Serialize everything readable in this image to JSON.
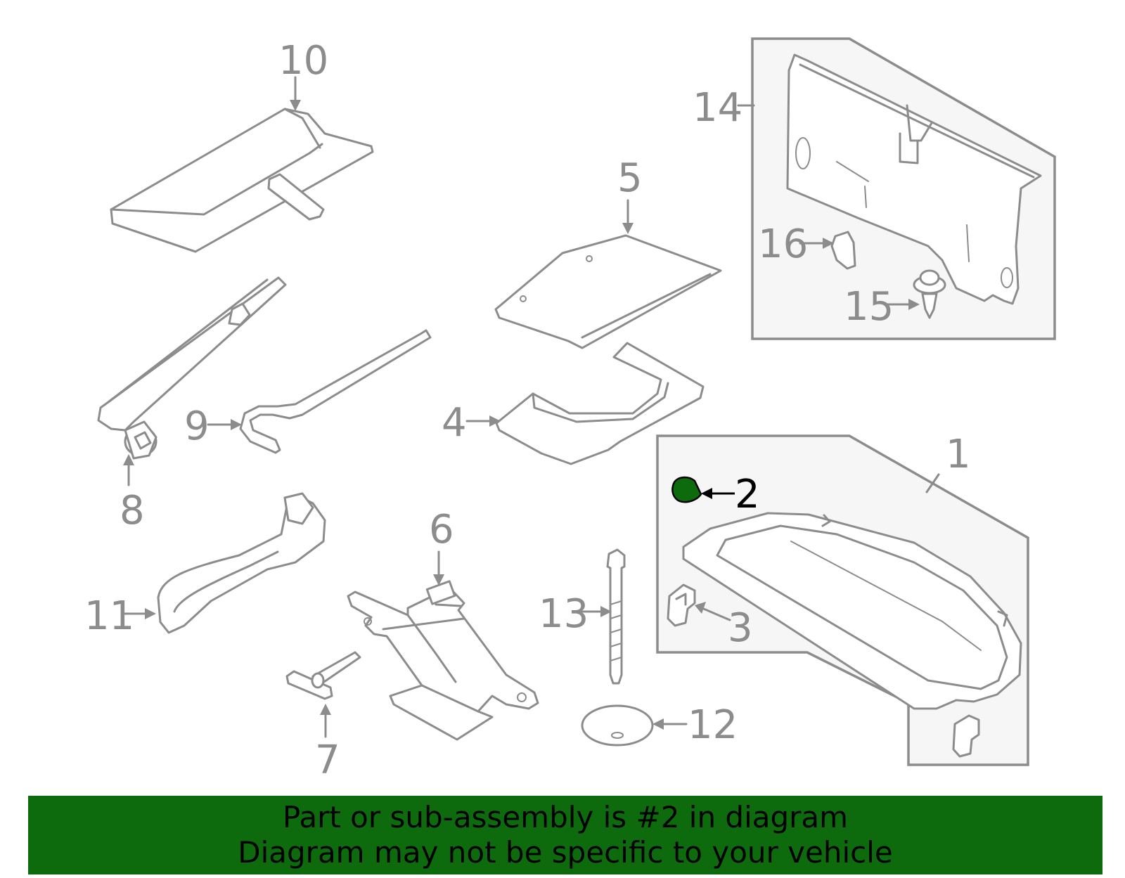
{
  "callouts": {
    "c1": "1",
    "c2": "2",
    "c3": "3",
    "c4": "4",
    "c5": "5",
    "c6": "6",
    "c7": "7",
    "c8": "8",
    "c9": "9",
    "c10": "10",
    "c11": "11",
    "c12": "12",
    "c13": "13",
    "c14": "14",
    "c15": "15",
    "c16": "16"
  },
  "highlight_part": "2",
  "banner": {
    "line1": "Part or sub-assembly is #2 in diagram",
    "line2": "Diagram may not be specific to your vehicle"
  },
  "colors": {
    "banner_bg": "#0d6b0d",
    "highlight_fill": "#0d6b0d",
    "line_gray": "#8c8c8c"
  }
}
